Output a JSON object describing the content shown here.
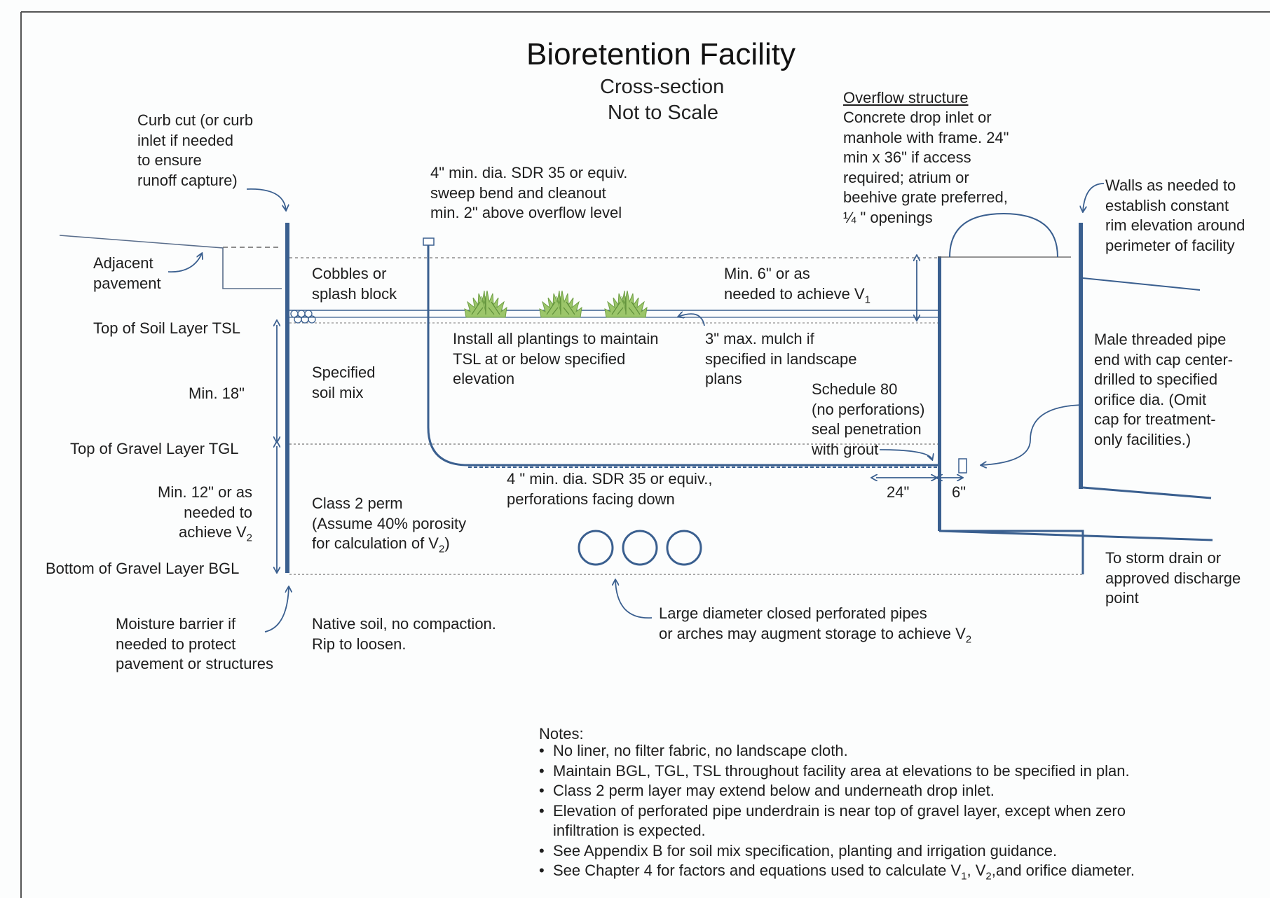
{
  "title": "Bioretention Facility",
  "subtitle_1": "Cross-section",
  "subtitle_2": "Not to Scale",
  "labels": {
    "curb_cut": [
      "Curb cut (or curb",
      "inlet if needed",
      "to ensure",
      "runoff capture)"
    ],
    "adjacent_pavement": [
      "Adjacent",
      "pavement"
    ],
    "cleanout": [
      "4\" min. dia. SDR 35 or equiv.",
      "sweep bend and cleanout",
      "min. 2\" above overflow level"
    ],
    "overflow_heading": "Overflow structure",
    "overflow_text": [
      "Concrete drop inlet or",
      "manhole with frame. 24\"",
      "min x 36\" if access",
      "required; atrium or",
      "beehive grate preferred,",
      "¼ \" openings"
    ],
    "walls": [
      "Walls as needed to",
      "establish constant",
      "rim elevation around",
      "perimeter of facility"
    ],
    "cobbles": [
      "Cobbles or",
      "splash block"
    ],
    "min6": [
      "Min. 6\" or as",
      "needed to achieve V"
    ],
    "min6_sub": "1",
    "tsl": "Top of Soil Layer TSL",
    "plantings": [
      "Install all plantings to maintain",
      "TSL at or below specified",
      "elevation"
    ],
    "mulch": [
      "3\" max. mulch if",
      "specified in landscape",
      "plans"
    ],
    "male_pipe": [
      "Male threaded pipe",
      "end with cap center-",
      "drilled to specified",
      "orifice dia. (Omit",
      "cap for treatment-",
      "only facilities.)"
    ],
    "specified_soil": [
      "Specified",
      "soil mix"
    ],
    "min18": "Min. 18\"",
    "schedule80": [
      "Schedule 80",
      "(no perforations)",
      "seal penetration",
      "with grout"
    ],
    "tgl": "Top of Gravel Layer TGL",
    "perforated_pipe": [
      "4 \" min. dia. SDR 35 or equiv.,",
      "perforations facing down"
    ],
    "dim_24": "24\"",
    "dim_6": "6\"",
    "min12": [
      "Min. 12\" or as",
      "needed to",
      "achieve V"
    ],
    "min12_sub": "2",
    "class2": [
      "Class 2 perm",
      "(Assume 40% porosity",
      "for calculation of V"
    ],
    "class2_sub": "2",
    "class2_end": ")",
    "storm_drain": [
      "To storm drain or",
      "approved discharge",
      "point"
    ],
    "bgl": "Bottom of Gravel Layer BGL",
    "moisture_barrier": [
      "Moisture barrier if",
      "needed to protect",
      "pavement or structures"
    ],
    "native_soil": [
      "Native soil, no compaction.",
      "Rip to loosen."
    ],
    "large_pipes": [
      "Large diameter closed perforated pipes",
      "or arches may augment storage to achieve V"
    ],
    "large_pipes_sub": "2"
  },
  "notes": {
    "heading": "Notes:",
    "items": [
      "No liner, no filter fabric, no landscape cloth.",
      "Maintain BGL, TGL, TSL throughout facility area at elevations to be specified in plan.",
      "Class 2 perm layer may extend below and underneath drop inlet.",
      "Elevation of perforated pipe underdrain is near top of gravel layer, except when zero infiltration is expected.",
      "See Appendix B for soil mix specification, planting and irrigation guidance.",
      "See Chapter 4 for factors and equations used to calculate V"
    ],
    "last_sub_1": "1",
    "last_mid": ", V",
    "last_sub_2": "2",
    "last_end": ",and orifice diameter."
  },
  "colors": {
    "structure_blue": "#3a5f8f",
    "line_gray": "#6a6a6a",
    "plant_green": "#8fbf5a"
  }
}
